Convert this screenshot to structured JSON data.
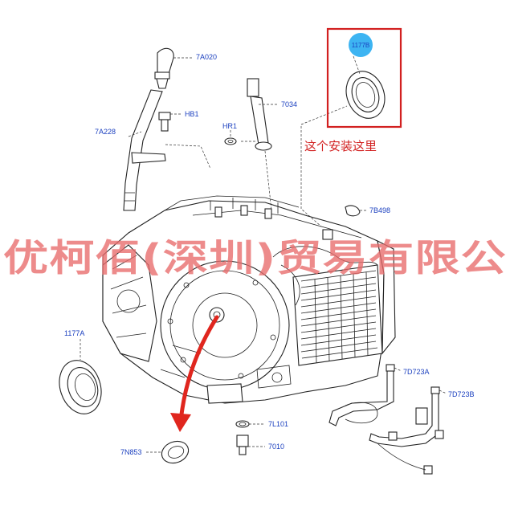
{
  "parts": {
    "p7A020": "7A020",
    "pHB1": "HB1",
    "p7A228": "7A228",
    "pHR1": "HR1",
    "p7034": "7034",
    "p1177B": "1177B",
    "p7B498": "7B498",
    "p1177A": "1177A",
    "p7D723A": "7D723A",
    "p7D723B": "7D723B",
    "p7L101": "7L101",
    "p7010": "7010",
    "p7N853": "7N853"
  },
  "annotation": {
    "text": "这个安装这里"
  },
  "watermark": {
    "text": "优柯佰(深圳)贸易有限公"
  },
  "colors": {
    "label": "#1a3fbf",
    "highlight_box": "#d22020",
    "badge": "#3db4f2",
    "arrow": "#e0261e",
    "watermark": "#e86a6a"
  },
  "icons": {
    "highlight": "red-rectangle-highlight",
    "pointer": "curved-red-arrow"
  }
}
